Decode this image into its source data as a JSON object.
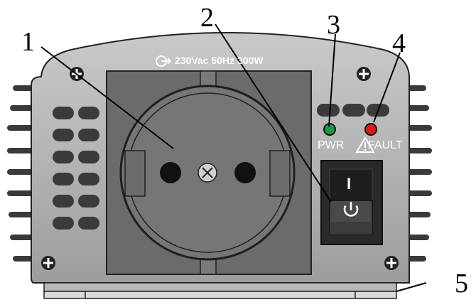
{
  "rating": "230Vac 50Hz 300W",
  "callouts": [
    "1",
    "2",
    "3",
    "4",
    "5"
  ],
  "indicators": {
    "pwr": {
      "label": "PWR",
      "color": "#1a9a4a"
    },
    "fault": {
      "label": "FAULT",
      "color": "#e01818"
    }
  },
  "switch": {
    "on_symbol": "I"
  },
  "icons": [
    "output-arrow-icon",
    "screw-icon",
    "power-icon",
    "warning-triangle-icon"
  ]
}
